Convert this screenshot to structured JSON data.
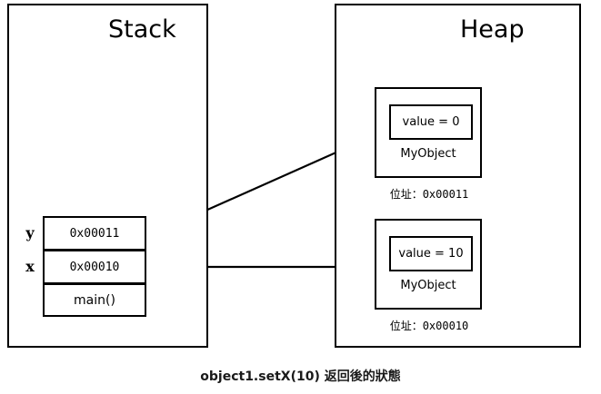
{
  "diagram": {
    "caption": "object1.setX(10) 返回後的狀態",
    "regions": {
      "stack": {
        "title": "Stack"
      },
      "heap": {
        "title": "Heap"
      }
    },
    "stack_frame": {
      "cells": [
        {
          "var": "y",
          "value": "0x00011"
        },
        {
          "var": "x",
          "value": "0x00010"
        },
        {
          "var": "",
          "value": "main()"
        }
      ]
    },
    "heap_objects": [
      {
        "field": "value = 0",
        "type": "MyObject",
        "address_label": "位址：0x00011"
      },
      {
        "field": "value = 10",
        "type": "MyObject",
        "address_label": "位址：0x00010"
      }
    ],
    "arrows": [
      {
        "from": "stack-cell-y",
        "to": "heap-object-1"
      },
      {
        "from": "stack-cell-x",
        "to": "heap-object-2"
      }
    ],
    "colors": {
      "stroke": "#000000",
      "background": "#ffffff",
      "caption_text": "#1a1a1a"
    }
  }
}
